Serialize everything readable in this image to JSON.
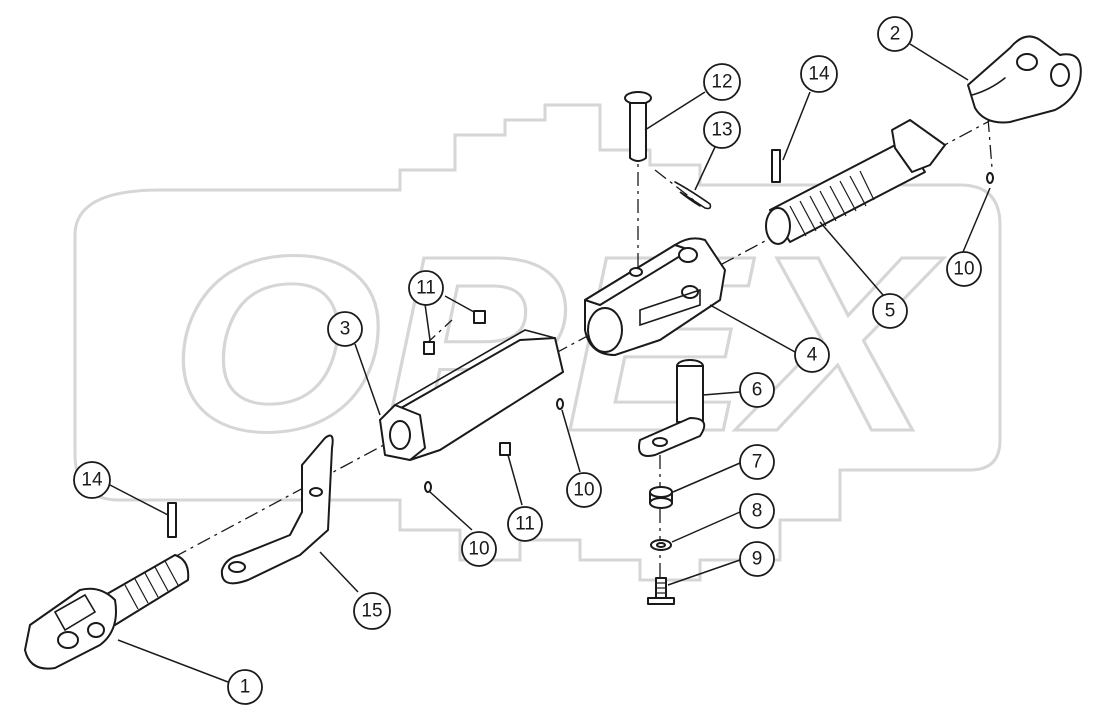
{
  "watermark": {
    "text": "OPEX"
  },
  "callouts": [
    {
      "id": "c-2",
      "label": "2"
    },
    {
      "id": "c-12",
      "label": "12"
    },
    {
      "id": "c-14-top",
      "label": "14"
    },
    {
      "id": "c-13",
      "label": "13"
    },
    {
      "id": "c-10-right",
      "label": "10"
    },
    {
      "id": "c-5",
      "label": "5"
    },
    {
      "id": "c-11-top",
      "label": "11"
    },
    {
      "id": "c-3",
      "label": "3"
    },
    {
      "id": "c-4",
      "label": "4"
    },
    {
      "id": "c-6",
      "label": "6"
    },
    {
      "id": "c-7",
      "label": "7"
    },
    {
      "id": "c-8",
      "label": "8"
    },
    {
      "id": "c-9",
      "label": "9"
    },
    {
      "id": "c-10-mid",
      "label": "10"
    },
    {
      "id": "c-11-bot",
      "label": "11"
    },
    {
      "id": "c-10-bot",
      "label": "10"
    },
    {
      "id": "c-14-left",
      "label": "14"
    },
    {
      "id": "c-15",
      "label": "15"
    },
    {
      "id": "c-1",
      "label": "1"
    }
  ]
}
